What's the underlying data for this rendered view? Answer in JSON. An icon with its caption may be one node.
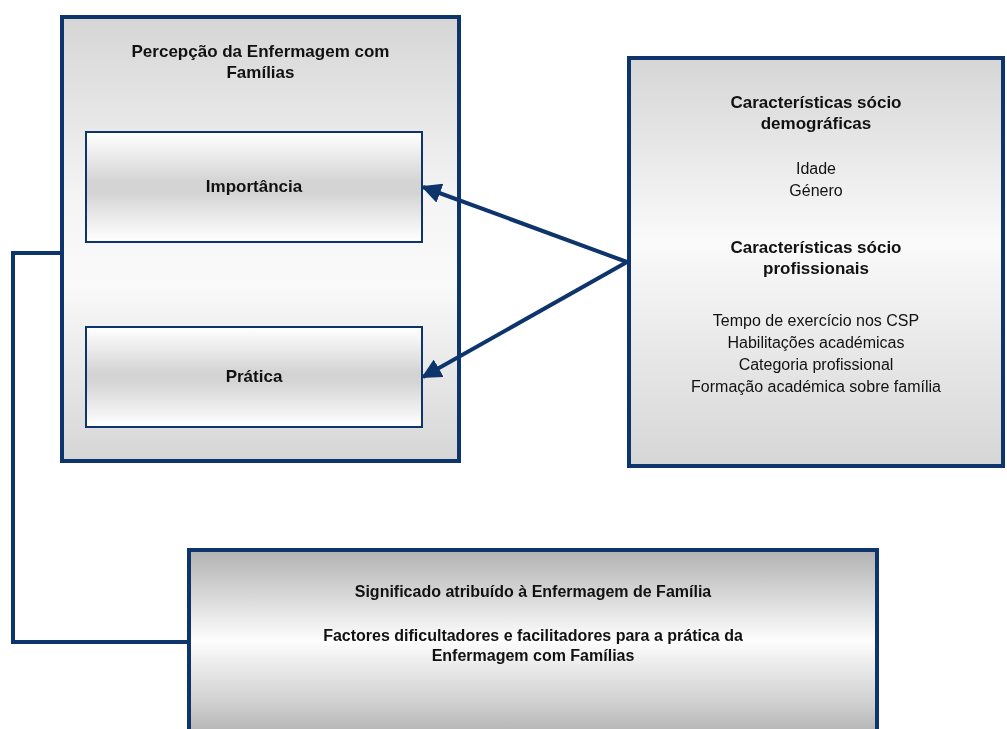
{
  "diagram": {
    "nodes": [
      {
        "text": [
          "Percepção da Enfermagem com Famílias"
        ]
      },
      {
        "text": [
          "Importância"
        ],
        "in": 0
      },
      {
        "text": [
          "Prática"
        ],
        "in": 0
      },
      {
        "text": [
          "Características sócio demográficas",
          "Idade",
          "Género",
          "Características sócio profissionais",
          "Tempo de exercício nos CSP",
          "Habilitações académicas",
          "Categoria profissional",
          "Formação académica sobre família"
        ]
      },
      {
        "text": [
          "Significado atribuído à Enfermagem de Família",
          "Factores dificultadores e facilitadores para a prática da Enfermagem com Famílias"
        ]
      }
    ],
    "edges": [
      {
        "from": 3,
        "to": 1,
        "arrow": "to"
      },
      {
        "from": 3,
        "to": 2,
        "arrow": "to"
      },
      {
        "from": 0,
        "to": 4,
        "arrow": "none"
      }
    ]
  }
}
